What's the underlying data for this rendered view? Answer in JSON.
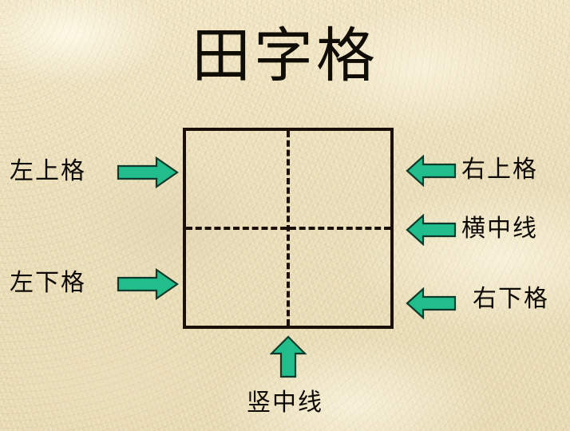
{
  "slide": {
    "title": "田字格",
    "background_color": "#ede1be",
    "ink_color": "#0d0a05",
    "arrow_fill": "#21be8c",
    "arrow_stroke": "#0d3a2a"
  },
  "grid": {
    "name": "tian-zi-ge",
    "outer_border_color": "#1a1008",
    "center_line_style": "dashed",
    "cells": 4
  },
  "labels": {
    "top_left": "左上格",
    "top_right": "右上格",
    "middle_right": "横中线",
    "bottom_left": "左下格",
    "bottom_right": "右下格",
    "bottom_center": "竖中线"
  },
  "arrows": {
    "top_left": "arrow-right-icon",
    "bottom_left": "arrow-right-icon",
    "top_right": "arrow-left-icon",
    "middle_right": "arrow-left-icon",
    "bottom_right": "arrow-left-icon",
    "bottom_center": "arrow-up-icon"
  }
}
